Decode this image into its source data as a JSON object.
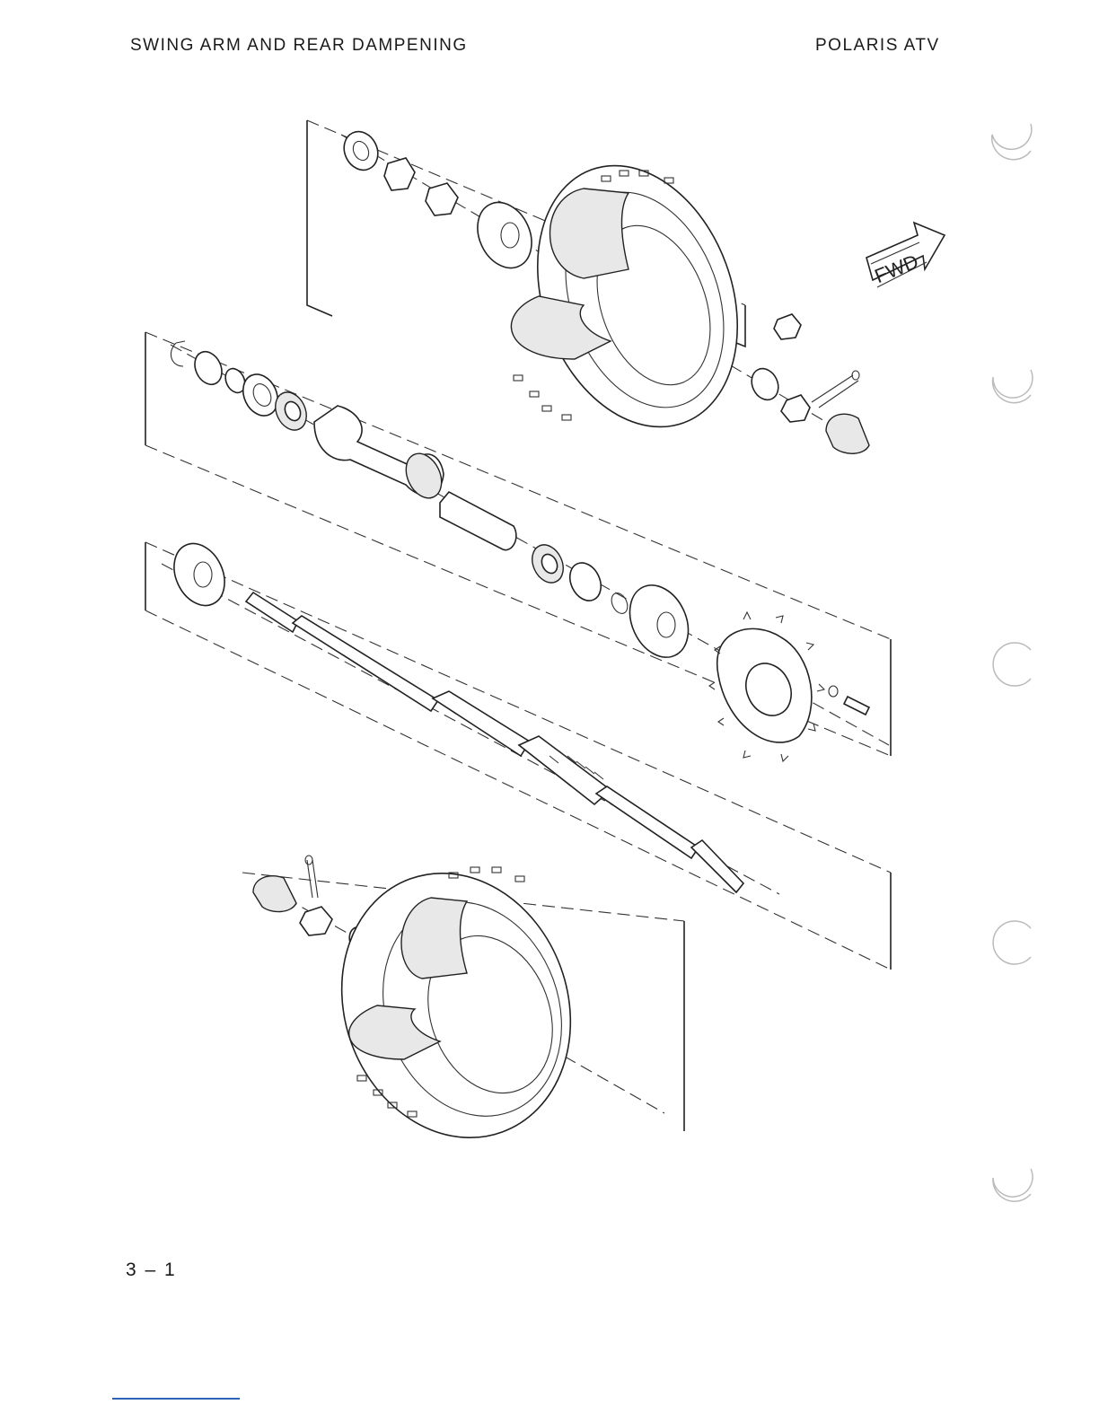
{
  "header": {
    "left_title": "SWING ARM AND REAR DAMPENING",
    "right_title": "POLARIS ATV"
  },
  "diagram": {
    "fwd_label": "FWD",
    "icons": [
      "binder-hole-icon",
      "fwd-arrow-icon"
    ]
  },
  "footer": {
    "page_number": "3 – 1"
  },
  "colors": {
    "ink": "#1a1a1a",
    "paper": "#ffffff",
    "rule": "#2f63b8"
  }
}
